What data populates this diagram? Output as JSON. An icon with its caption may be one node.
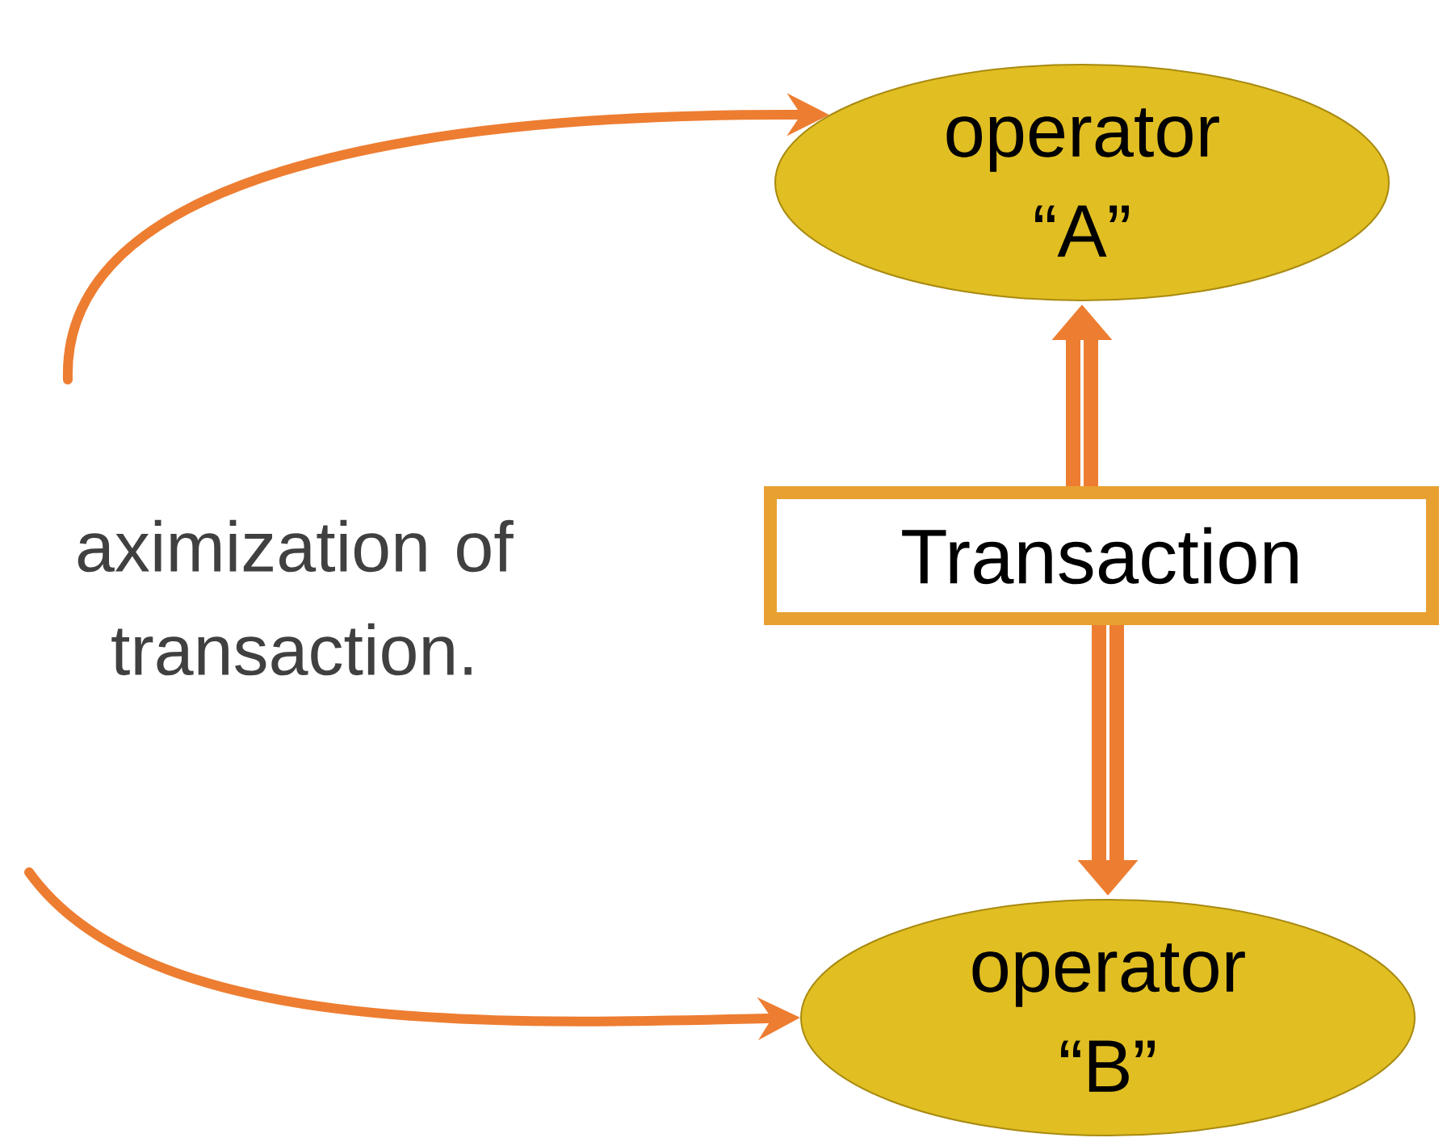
{
  "diagram": {
    "nodes": [
      {
        "text": [
          "operator “A”"
        ]
      },
      {
        "text": [
          "Transaction"
        ]
      },
      {
        "text": [
          "operator “B”"
        ]
      }
    ],
    "edges": [
      {
        "from": 1,
        "to": 0,
        "arrow": "to",
        "style": "thick"
      },
      {
        "from": 1,
        "to": 2,
        "arrow": "to",
        "style": "thick"
      },
      {
        "from": null,
        "to": 0,
        "arrow": "to"
      },
      {
        "from": null,
        "to": 2,
        "arrow": "to"
      }
    ],
    "labels": [
      "aximization of transaction."
    ]
  }
}
